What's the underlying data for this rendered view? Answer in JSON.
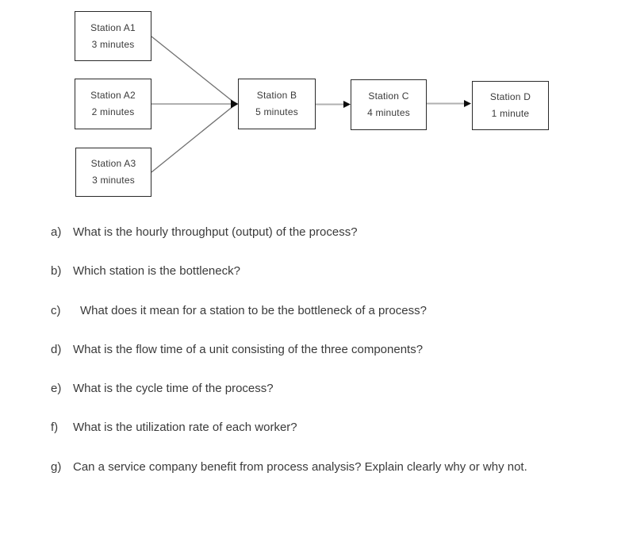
{
  "diagram": {
    "stations": [
      {
        "id": "A1",
        "name": "Station A1",
        "time": "3 minutes"
      },
      {
        "id": "A2",
        "name": "Station A2",
        "time": "2 minutes"
      },
      {
        "id": "A3",
        "name": "Station A3",
        "time": "3 minutes"
      },
      {
        "id": "B",
        "name": "Station B",
        "time": "5 minutes"
      },
      {
        "id": "C",
        "name": "Station C",
        "time": "4 minutes"
      },
      {
        "id": "D",
        "name": "Station D",
        "time": "1 minute"
      }
    ],
    "connections": [
      "A1->B",
      "A2->B",
      "A3->B",
      "B->C",
      "C->D"
    ]
  },
  "questions": {
    "items": [
      {
        "label": "a)",
        "text": "What is the hourly throughput (output) of the process?"
      },
      {
        "label": "b)",
        "text": "Which station is the bottleneck?"
      },
      {
        "label": "c)",
        "text": "What does it mean for a station to be the bottleneck of a process?"
      },
      {
        "label": "d)",
        "text": "What is the flow time of a unit consisting of the three components?"
      },
      {
        "label": "e)",
        "text": "What is the cycle time of the process?"
      },
      {
        "label": "f)",
        "text": "What is the utilization rate of each worker?"
      },
      {
        "label": "g)",
        "text": "Can a service company benefit from process analysis? Explain clearly why or why not."
      }
    ]
  },
  "colors": {
    "background": "#ffffff",
    "box_border": "#2a2a2a",
    "text": "#3a3a3a",
    "connector_gray": "#b0b0b0",
    "connector_dark": "#707070",
    "arrowhead": "#0d0d0d"
  }
}
